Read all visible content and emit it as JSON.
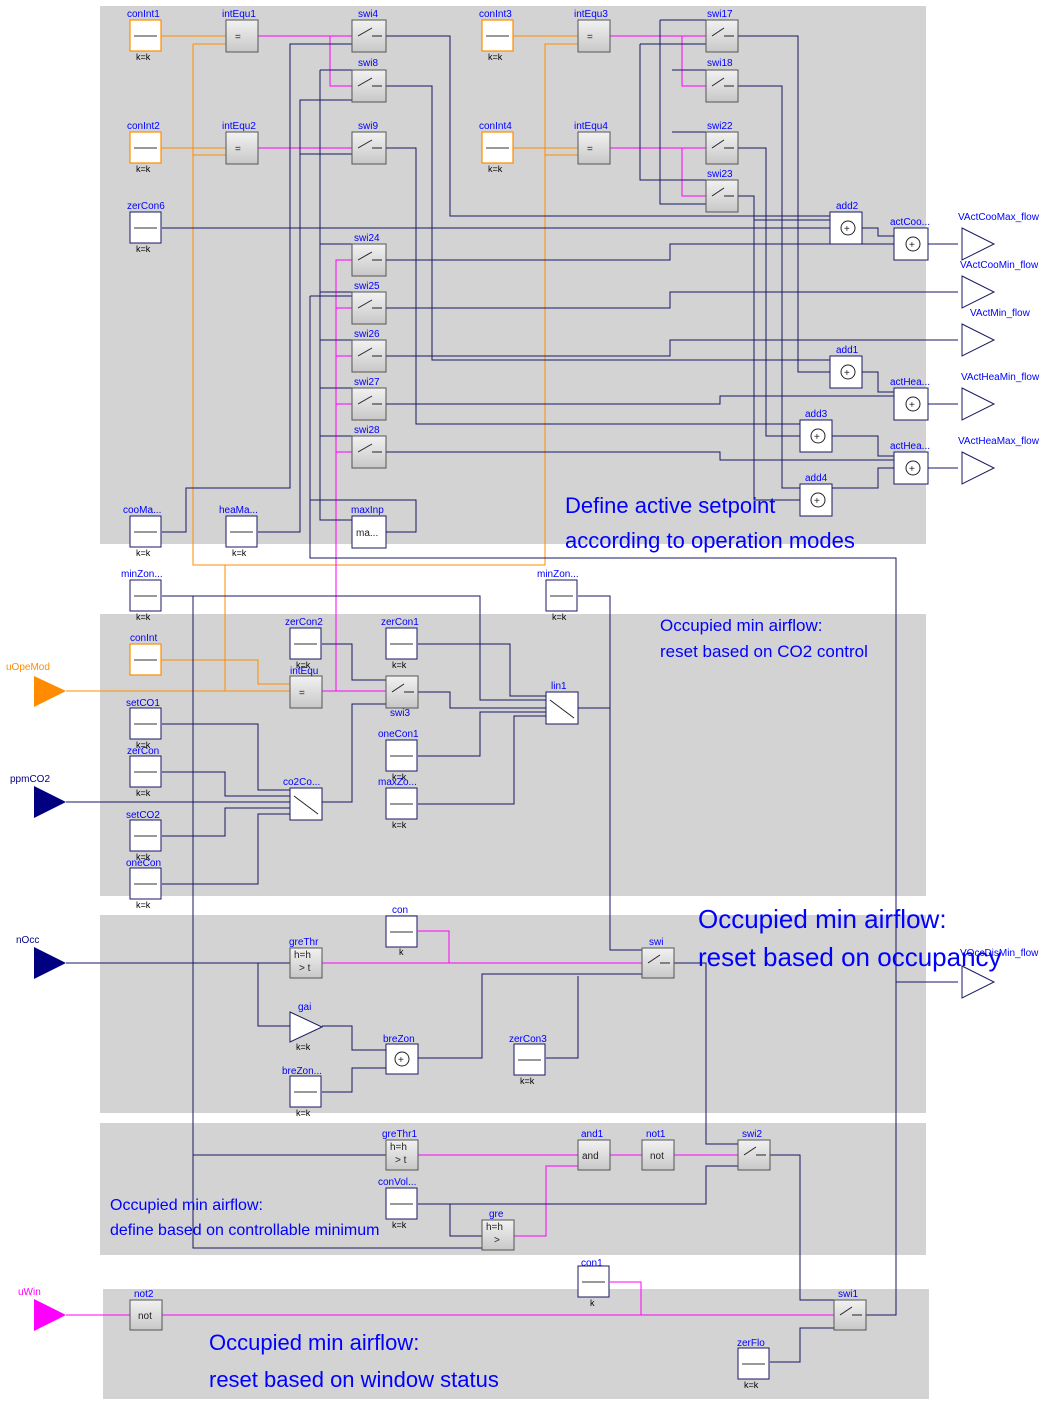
{
  "blocks": {
    "conInt1": {
      "name": "conInt1",
      "param": "k=k"
    },
    "conInt2": {
      "name": "conInt2",
      "param": "k=k"
    },
    "conInt3": {
      "name": "conInt3",
      "param": "k=k"
    },
    "conInt4": {
      "name": "conInt4",
      "param": "k=k"
    },
    "intEqu1": {
      "name": "intEqu1"
    },
    "intEqu2": {
      "name": "intEqu2"
    },
    "intEqu3": {
      "name": "intEqu3"
    },
    "intEqu4": {
      "name": "intEqu4"
    },
    "swi4": {
      "name": "swi4"
    },
    "swi8": {
      "name": "swi8"
    },
    "swi9": {
      "name": "swi9"
    },
    "swi17": {
      "name": "swi17"
    },
    "swi18": {
      "name": "swi18"
    },
    "swi22": {
      "name": "swi22"
    },
    "swi23": {
      "name": "swi23"
    },
    "zerCon6": {
      "name": "zerCon6",
      "param": "k=k"
    },
    "swi24": {
      "name": "swi24"
    },
    "swi25": {
      "name": "swi25"
    },
    "swi26": {
      "name": "swi26"
    },
    "swi27": {
      "name": "swi27"
    },
    "swi28": {
      "name": "swi28"
    },
    "add2": {
      "name": "add2"
    },
    "actCoo": {
      "name": "actCoo..."
    },
    "add1": {
      "name": "add1"
    },
    "actHea1": {
      "name": "actHea..."
    },
    "add3": {
      "name": "add3"
    },
    "actHea2": {
      "name": "actHea..."
    },
    "add4": {
      "name": "add4"
    },
    "cooMa": {
      "name": "cooMa...",
      "param": "k=k"
    },
    "heaMa": {
      "name": "heaMa...",
      "param": "k=k"
    },
    "maxInp": {
      "name": "maxInp",
      "inner": "ma..."
    },
    "minZon1": {
      "name": "minZon...",
      "param": "k=k"
    },
    "minZon2": {
      "name": "minZon...",
      "param": "k=k"
    },
    "conInt": {
      "name": "conInt"
    },
    "zerCon2": {
      "name": "zerCon2",
      "param": "k=k"
    },
    "zerCon1": {
      "name": "zerCon1",
      "param": "k=k"
    },
    "intEqu": {
      "name": "intEqu"
    },
    "swi3": {
      "name": "swi3"
    },
    "lin1": {
      "name": "lin1"
    },
    "setCO1": {
      "name": "setCO1",
      "param": "k=k"
    },
    "zerCon": {
      "name": "zerCon",
      "param": "k=k"
    },
    "oneCon1": {
      "name": "oneCon1",
      "param": "k=k"
    },
    "co2Co": {
      "name": "co2Co..."
    },
    "maxZo": {
      "name": "maxZo...",
      "param": "k=k"
    },
    "setCO2": {
      "name": "setCO2",
      "param": "k=k"
    },
    "oneCon": {
      "name": "oneCon",
      "param": "k=k"
    },
    "con": {
      "name": "con",
      "param": "k"
    },
    "greThr": {
      "name": "greThr",
      "inner1": "h=h",
      "inner2": "> t"
    },
    "swi": {
      "name": "swi"
    },
    "gai": {
      "name": "gai",
      "param": "k=k"
    },
    "breZon": {
      "name": "breZon"
    },
    "zerCon3": {
      "name": "zerCon3",
      "param": "k=k"
    },
    "breZon2": {
      "name": "breZon...",
      "param": "k=k"
    },
    "greThr1": {
      "name": "greThr1",
      "inner1": "h=h",
      "inner2": "> t"
    },
    "and1": {
      "name": "and1",
      "inner": "and"
    },
    "not1": {
      "name": "not1",
      "inner": "not"
    },
    "swi2": {
      "name": "swi2"
    },
    "conVol": {
      "name": "conVol...",
      "param": "k=k"
    },
    "gre": {
      "name": "gre",
      "inner1": "h=h",
      "inner2": ">"
    },
    "con1": {
      "name": "con1",
      "param": "k"
    },
    "not2": {
      "name": "not2",
      "inner": "not"
    },
    "swi1": {
      "name": "swi1"
    },
    "zerFlo": {
      "name": "zerFlo",
      "param": "k=k"
    }
  },
  "inputs": {
    "uOpeMod": "uOpeMod",
    "ppmCO2": "ppmCO2",
    "nOcc": "nOcc",
    "uWin": "uWin"
  },
  "outputs": {
    "VActCooMax_flow": "VActCooMax_flow",
    "VActCooMin_flow": "VActCooMin_flow",
    "VActMin_flow": "VActMin_flow",
    "VActHeaMin_flow": "VActHeaMin_flow",
    "VActHeaMax_flow": "VActHeaMax_flow",
    "VOccDisMin_flow": "VOccDisMin_flow"
  },
  "notes": {
    "setpoint_1": "Define active setpoint",
    "setpoint_2": "according to operation modes",
    "co2_1": "Occupied min airflow:",
    "co2_2": "reset based on CO2 control",
    "occ_1": "Occupied min airflow:",
    "occ_2": "reset based on occupancy",
    "ctrl_1": "Occupied min airflow:",
    "ctrl_2": "define based on controllable minimum",
    "win_1": "Occupied min airflow:",
    "win_2": "reset based on window status"
  },
  "colors": {
    "region": "#d3d3d3",
    "real_signal": "#1a1a66",
    "boolean_signal": "#ff00ff",
    "integer_signal": "#ff8c00",
    "label_text": "#0000ff"
  }
}
